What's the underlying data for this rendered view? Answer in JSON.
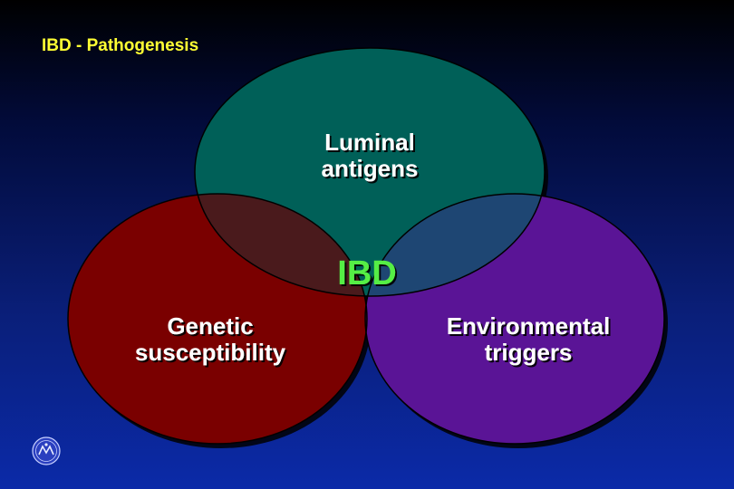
{
  "slide": {
    "title": "IBD - Pathogenesis"
  },
  "venn": {
    "top_circle": {
      "label_line1": "Luminal",
      "label_line2": "antigens",
      "color": "#006058"
    },
    "left_circle": {
      "label_line1": "Genetic",
      "label_line2": "susceptibility",
      "color": "#7a0000"
    },
    "right_circle": {
      "label_line1": "Environmental",
      "label_line2": "triggers",
      "color": "#5a1496"
    },
    "center": {
      "label": "IBD",
      "color": "#55ee44"
    }
  },
  "colors": {
    "title": "#ffff33",
    "background_top": "#000000",
    "background_bottom": "#0b2aa8"
  },
  "icons": {
    "logo": "institution-seal-icon"
  }
}
